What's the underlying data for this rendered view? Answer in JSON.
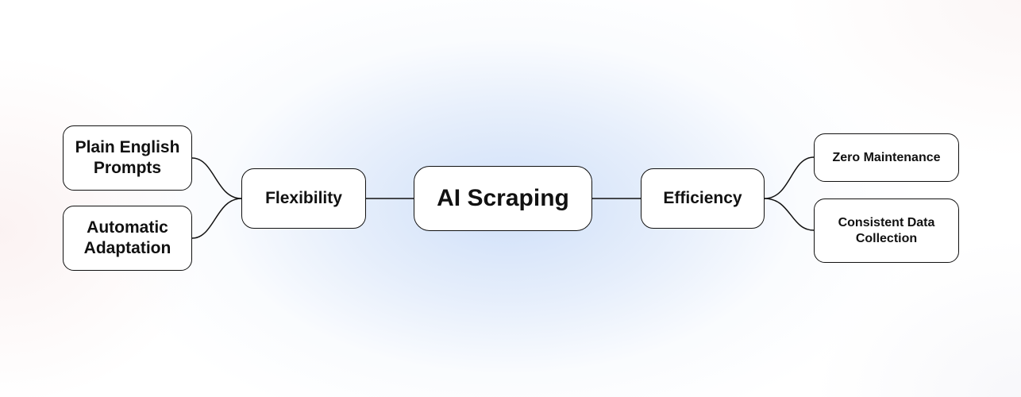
{
  "mindmap": {
    "root": {
      "label": "AI Scraping"
    },
    "left_branch": {
      "label": "Flexibility",
      "children": [
        {
          "label_lines": [
            "Plain English",
            "Prompts"
          ]
        },
        {
          "label_lines": [
            "Automatic",
            "Adaptation"
          ]
        }
      ]
    },
    "right_branch": {
      "label": "Efficiency",
      "children": [
        {
          "label_lines": [
            "Zero Maintenance"
          ]
        },
        {
          "label_lines": [
            "Consistent Data",
            "Collection"
          ]
        }
      ]
    }
  },
  "colors": {
    "line": "#111111",
    "node_border": "#111111",
    "node_fill": "#ffffff",
    "glow": "#cddef8"
  }
}
